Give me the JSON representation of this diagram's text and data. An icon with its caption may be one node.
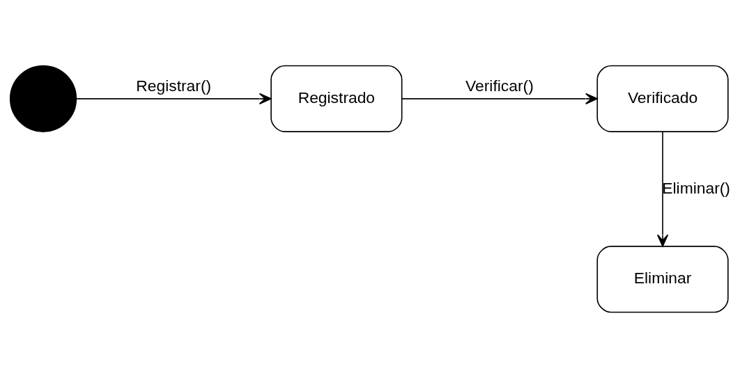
{
  "diagram": {
    "nodes": [
      {
        "text": [],
        "shape": "circle"
      },
      {
        "text": [
          "Registrado"
        ]
      },
      {
        "text": [
          "Verificado"
        ]
      },
      {
        "text": [
          "Eliminar"
        ]
      }
    ],
    "edges": [
      {
        "from": 0,
        "to": 1,
        "arrow": "to",
        "label": "Registrar()"
      },
      {
        "from": 1,
        "to": 2,
        "arrow": "to",
        "label": "Verificar()"
      },
      {
        "from": 2,
        "to": 3,
        "arrow": "to",
        "label": "Eliminar()"
      }
    ]
  }
}
